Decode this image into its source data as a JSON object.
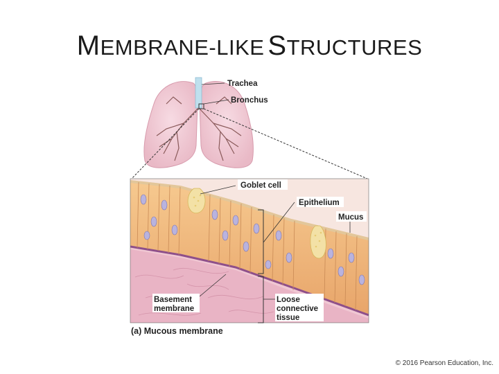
{
  "slide": {
    "title_first_letter_1": "M",
    "title_rest_1": "EMBRANE",
    "title_dash": "-",
    "title_rest_2": "LIKE",
    "title_first_letter_3": "S",
    "title_rest_3": "TRUCTURES"
  },
  "labels": {
    "trachea": "Trachea",
    "bronchus": "Bronchus",
    "goblet_cell": "Goblet cell",
    "epithelium": "Epithelium",
    "mucus": "Mucus",
    "basement_1": "Basement",
    "basement_2": "membrane",
    "loose_1": "Loose",
    "loose_2": "connective",
    "loose_3": "tissue"
  },
  "caption": "(a) Mucous membrane",
  "copyright": "© 2016 Pearson Education, Inc."
}
